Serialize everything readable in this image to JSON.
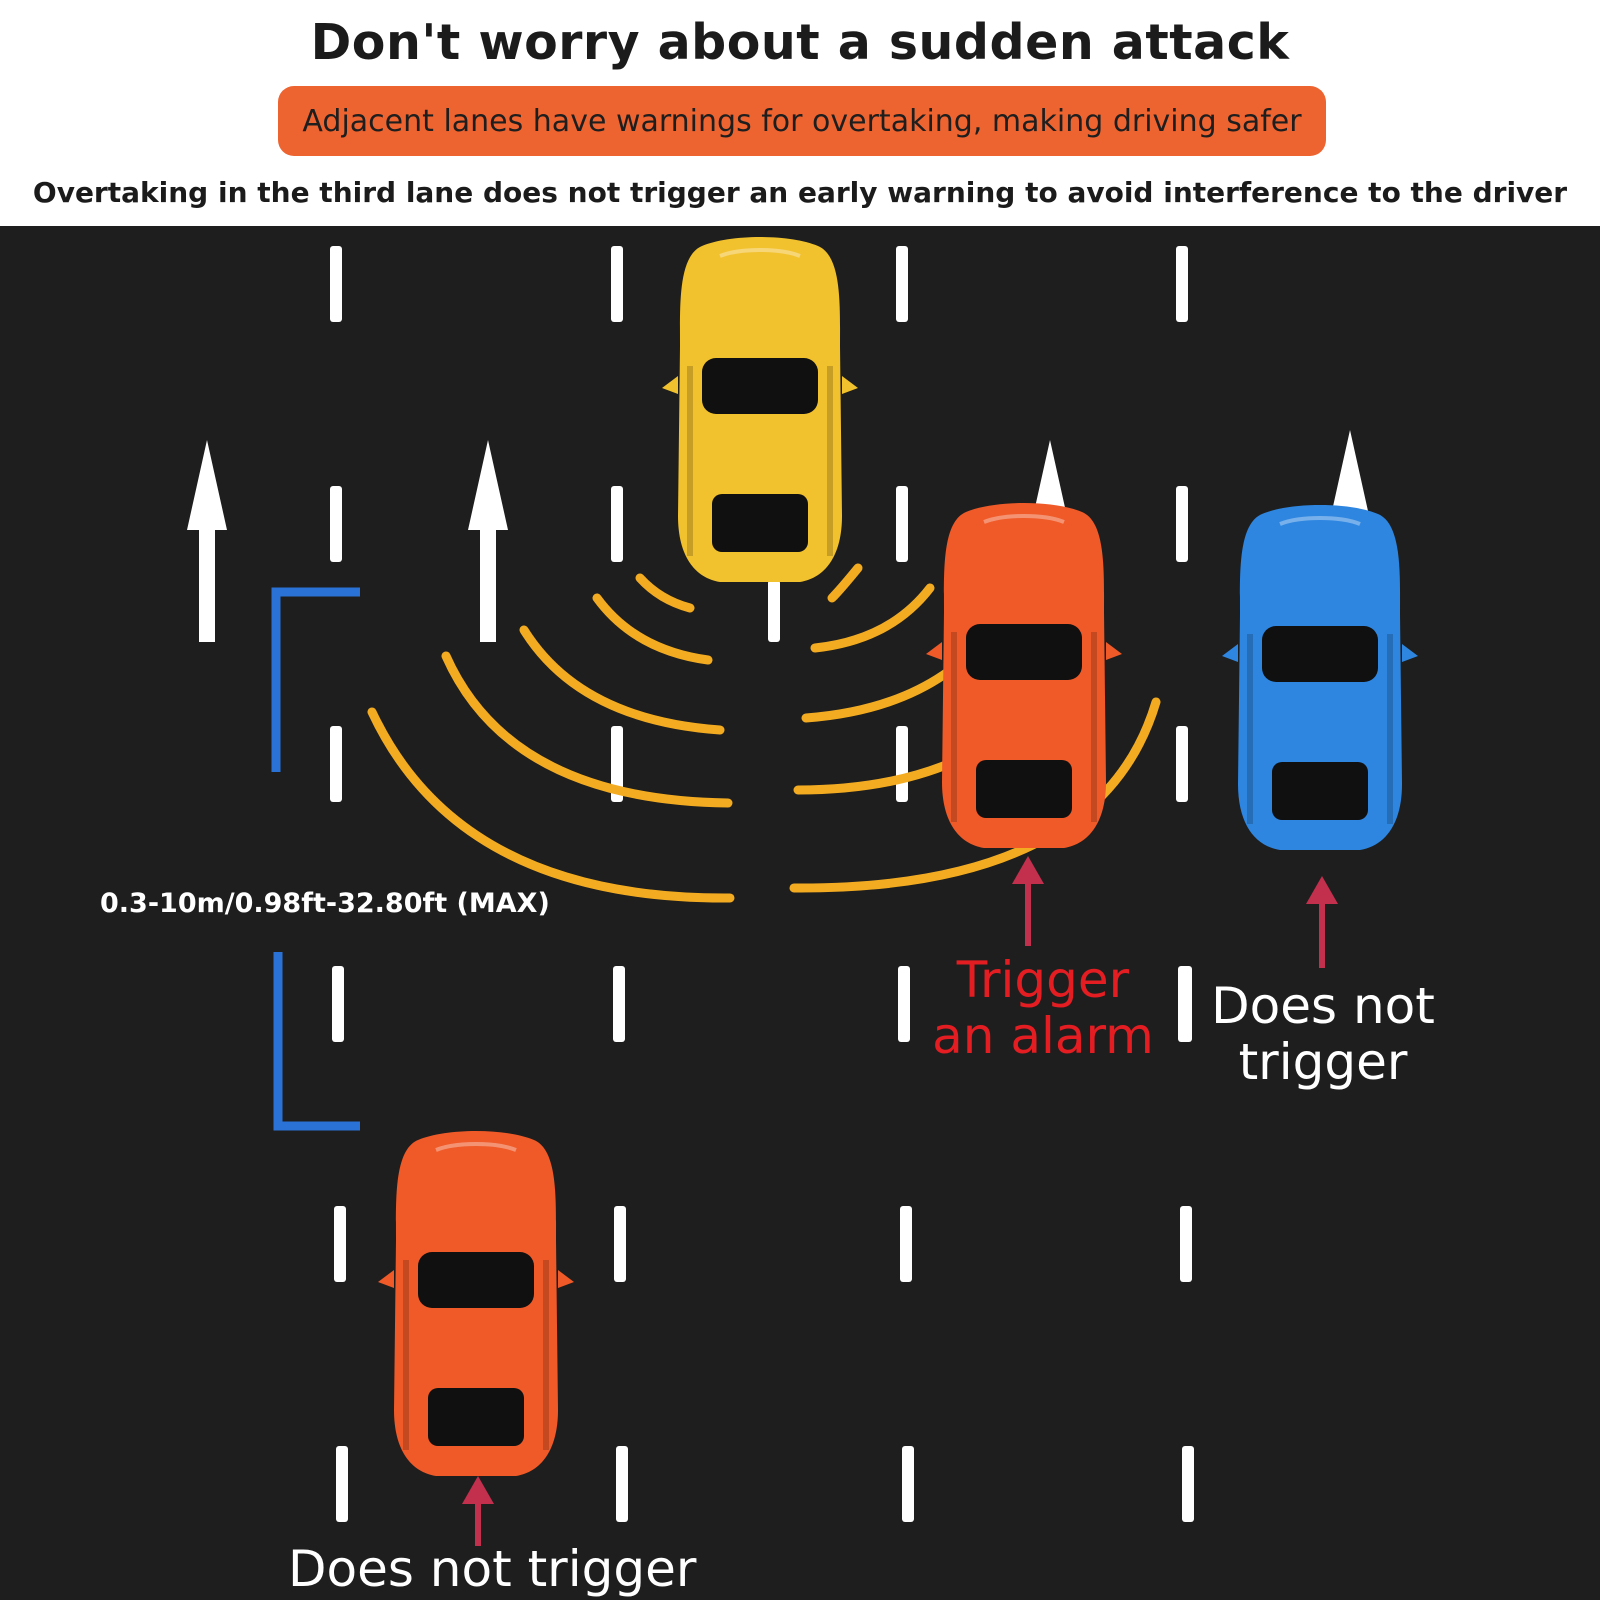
{
  "header": {
    "title": "Don't worry about a sudden attack",
    "banner": "Adjacent lanes have warnings for overtaking, making driving safer",
    "subtitle": "Overtaking in the third lane does not trigger an early warning to avoid interference to the driver"
  },
  "diagram": {
    "range_label": "0.3-10m/0.98ft-32.80ft (MAX)",
    "alarm_label_line1": "Trigger",
    "alarm_label_line2": "an alarm",
    "right_lane_label_line1": "Does not",
    "right_lane_label_line2": "trigger",
    "rear_label": "Does not trigger",
    "cars": [
      {
        "name": "ego-car",
        "color": "#f2c12e"
      },
      {
        "name": "adjacent-lane-car",
        "color": "#ef5a28"
      },
      {
        "name": "third-lane-car",
        "color": "#2e86e0"
      },
      {
        "name": "rear-car",
        "color": "#ef5a28"
      }
    ],
    "colors": {
      "road": "#1e1e1e",
      "lane_marking": "#ffffff",
      "radar_waves": "#f3ac22",
      "range_bracket": "#2a72d6",
      "alarm_arrow": "#c2304e",
      "banner": "#ee6430"
    }
  }
}
